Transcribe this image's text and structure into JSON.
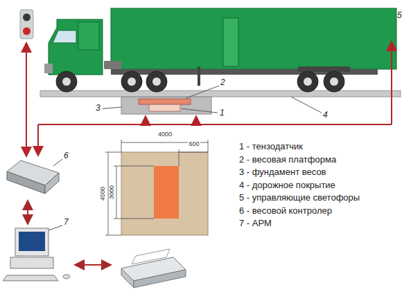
{
  "diagram": {
    "labels": [
      "5",
      "2",
      "3",
      "1",
      "4",
      "6",
      "4000",
      "600",
      "4500",
      "3000",
      "7",
      "1 - тензодатчик",
      "2 - весовая платформа",
      "3 - фундамент весов",
      "4 - дорожное покрытие",
      "5 - управляющие светофоры",
      "6 - весовой контролер",
      "7 - АРМ"
    ]
  }
}
